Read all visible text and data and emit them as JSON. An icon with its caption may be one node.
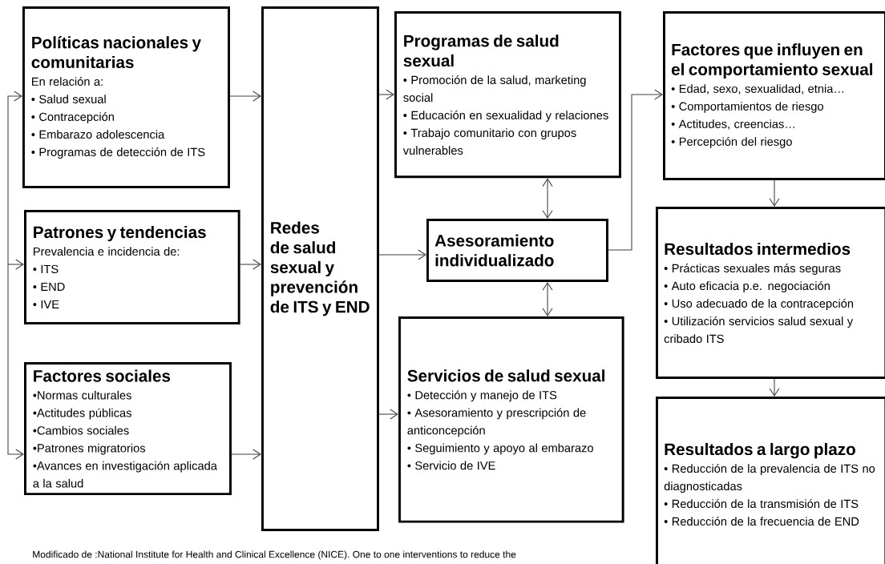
{
  "diagram": {
    "caption": "Modificado de :National Institute for Health and Clinical Excellence (NICE). One to one interventions to reduce the",
    "nodes": [
      {
        "text": [
          "Políticas nacionales y comunitarias",
          "En relación a:",
          "• Salud sexual",
          "• Contracepción",
          "• Embarazo adolescencia",
          "• Programas de detección de ITS"
        ]
      },
      {
        "text": [
          "Patrones y tendencias",
          "Prevalencia e incidencia de:",
          "• ITS",
          "• END",
          "• IVE"
        ]
      },
      {
        "text": [
          "Factores sociales",
          "•Normas culturales",
          "•Actitudes públicas",
          "•Cambios sociales",
          "•Patrones migratorios",
          "•Avances en investigación aplicada a la salud"
        ]
      },
      {
        "text": [
          "Redes de salud sexual y prevención de ITS y END"
        ]
      },
      {
        "text": [
          "Programas de salud sexual",
          "• Promoción de la salud, marketing social",
          "• Educación en sexualidad y relaciones",
          "• Trabajo comunitario con grupos vulnerables"
        ]
      },
      {
        "text": [
          "Asesoramiento individualizado"
        ]
      },
      {
        "text": [
          "Servicios de salud sexual",
          "• Detección y manejo de ITS",
          "• Asesoramiento y prescripción de anticoncepción",
          "• Seguimiento y apoyo al embarazo",
          "• Servicio de IVE"
        ]
      },
      {
        "text": [
          "Factores que influyen en el comportamiento sexual",
          "• Edad, sexo, sexualidad, etnia…",
          "• Comportamientos de riesgo",
          "• Actitudes, creencias…",
          "• Percepción del riesgo"
        ]
      },
      {
        "text": [
          "Resultados intermedios",
          "• Prácticas sexuales más seguras",
          "• Auto eficacia p.e. negociación",
          "• Uso adecuado de la contracepción",
          "• Utilización servicios salud sexual y cribado ITS"
        ]
      },
      {
        "text": [
          "Resultados a largo plazo",
          "• Reducción de la prevalencia de ITS no diagnosticadas",
          "• Reducción de la transmisión de ITS",
          "• Reducción de la frecuencia de END"
        ]
      }
    ],
    "edges": [
      {
        "from": null,
        "to": 0,
        "arrow": "to"
      },
      {
        "from": null,
        "to": 1,
        "arrow": "to"
      },
      {
        "from": null,
        "to": 2,
        "arrow": "to"
      },
      {
        "from": 0,
        "to": 3,
        "arrow": "to"
      },
      {
        "from": 1,
        "to": 3,
        "arrow": "to"
      },
      {
        "from": 2,
        "to": 3,
        "arrow": "to"
      },
      {
        "from": 3,
        "to": 4,
        "arrow": "to"
      },
      {
        "from": 3,
        "to": 5,
        "arrow": "to"
      },
      {
        "from": 3,
        "to": 6,
        "arrow": "to"
      },
      {
        "from": 4,
        "to": 5,
        "arrow": "both"
      },
      {
        "from": 5,
        "to": 6,
        "arrow": "both"
      },
      {
        "from": 5,
        "to": 7,
        "arrow": "to"
      },
      {
        "from": 7,
        "to": 8,
        "arrow": "to"
      },
      {
        "from": 8,
        "to": 9,
        "arrow": "to"
      }
    ]
  }
}
